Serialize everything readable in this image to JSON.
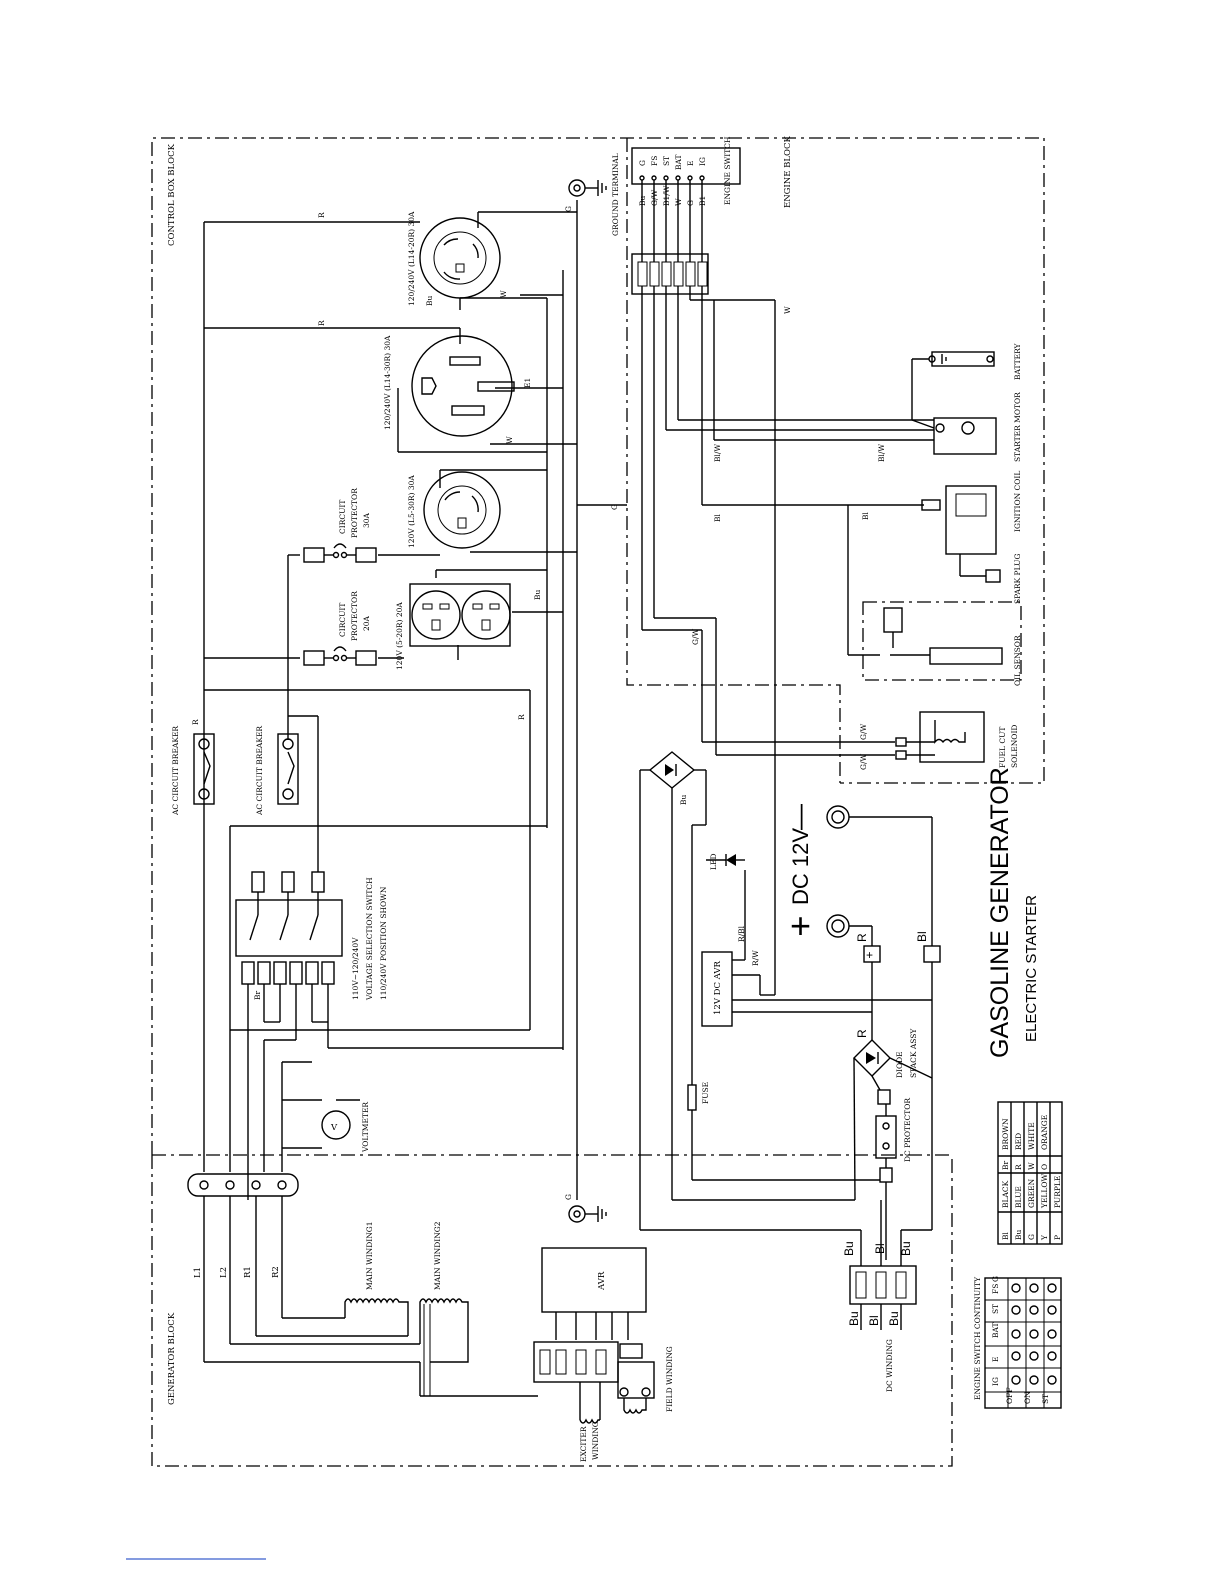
{
  "title": {
    "main": "GASOLINE GENERATOR",
    "sub": "ELECTRIC STARTER"
  },
  "blocks": {
    "control_box": "CONTROL BOX BLOCK",
    "engine": "ENGINE BLOCK",
    "generator": "GENERATOR BLOCK"
  },
  "receptacles": {
    "l14_20r": "120/240V (L14-20R) 30A",
    "l14_30r": "120/240V (L14-30R) 30A",
    "l5_30r": "120V (L5-30R) 30A",
    "r5_20r": "120V (5-20R) 20A"
  },
  "protectors": {
    "cp30_lines": [
      "CIRCUIT",
      "PROTECTOR",
      "30A"
    ],
    "cp20_lines": [
      "CIRCUIT",
      "PROTECTOR",
      "20A"
    ],
    "dc_protector": "DC PROTECTOR",
    "fuse": "FUSE"
  },
  "breakers": {
    "ac1": "AC CIRCUIT BREAKER",
    "ac2": "AC CIRCUIT BREAKER"
  },
  "voltage_switch": {
    "line1": "110V~120/240V",
    "line2": "VOLTAGE SELECTION SWITCH",
    "line3": "110/240V POSITION SHOWN"
  },
  "components": {
    "voltmeter": "VOLTMETER",
    "ground_terminal": "GROUND TERMINAL",
    "engine_switch": "ENGINE SWITCH",
    "battery": "BATTERY",
    "starter_motor": "STARTER MOTOR",
    "ignition_coil": "IGNITION COIL",
    "spark_plug": "SPARK PLUG",
    "oil_sensor": "OIL SENSOR",
    "fuel_cut_lines": [
      "FUEL CUT",
      "SOLENOID"
    ],
    "led": "LED",
    "dc_avr": "12V DC AVR",
    "diode_lines": [
      "DIODE",
      "STACK ASSY"
    ],
    "avr": "AVR",
    "exciter_lines": [
      "EXCITER",
      "WINDING"
    ],
    "field_winding": "FIELD WINDING",
    "dc_winding": "DC WINDING",
    "main_winding1": "MAIN WINDING1",
    "main_winding2": "MAIN WINDING2",
    "dc_output": "DC 12V",
    "dc_plus": "+",
    "dc_minus": "—"
  },
  "leads": [
    "L1",
    "L2",
    "R1",
    "R2"
  ],
  "engine_switch_terminals": [
    "G",
    "FS",
    "ST",
    "BAT",
    "E",
    "IG"
  ],
  "engine_switch_wires": [
    "Bu",
    "G/W",
    "B1/W",
    "W",
    "G",
    "B1"
  ],
  "wire_labels": {
    "R": "R",
    "W": "W",
    "Bu": "Bu",
    "Br": "Br",
    "G": "G",
    "GW": "G/W",
    "Bl": "Bl",
    "BlW": "Bl/W",
    "RBl": "R/Bl",
    "RW": "R/W",
    "E1": "E1"
  },
  "color_legend": {
    "rows": [
      [
        "Bl",
        "BLACK",
        "Br",
        "BROWN"
      ],
      [
        "Bu",
        "BLUE",
        "R",
        "RED"
      ],
      [
        "G",
        "GREEN",
        "W",
        "WHITE"
      ],
      [
        "Y",
        "YELLOW",
        "O",
        "ORANGE"
      ],
      [
        "P",
        "PURPLE",
        "",
        ""
      ]
    ]
  },
  "continuity": {
    "title": "ENGINE SWITCH CONTINUITY",
    "columns": [
      "IG",
      "E",
      "BAT",
      "ST",
      "FS",
      "G"
    ],
    "rows": [
      "OFF",
      "ON",
      "ST"
    ]
  }
}
